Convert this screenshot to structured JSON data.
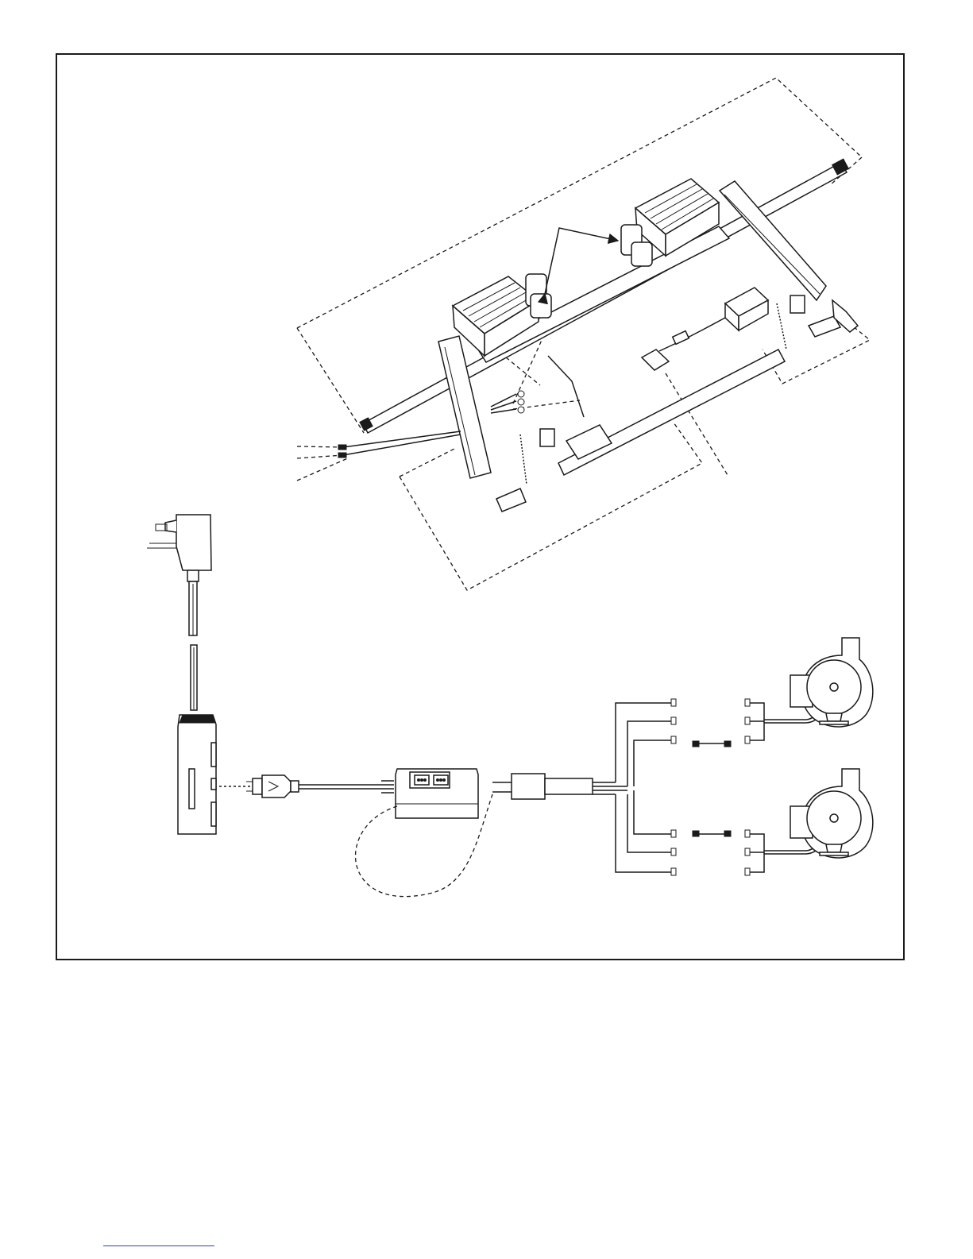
{
  "colors": {
    "line": "#1a1a1a",
    "background": "#ffffff",
    "footer_link": "#2a3cc8"
  },
  "components": [
    "fireplace-insert-assembly",
    "blower-motor-left",
    "blower-motor-right",
    "control-module",
    "wall-plug-adapter",
    "speed-control-receiver",
    "wiring-harness",
    "blower-fan-top",
    "blower-fan-bottom"
  ]
}
